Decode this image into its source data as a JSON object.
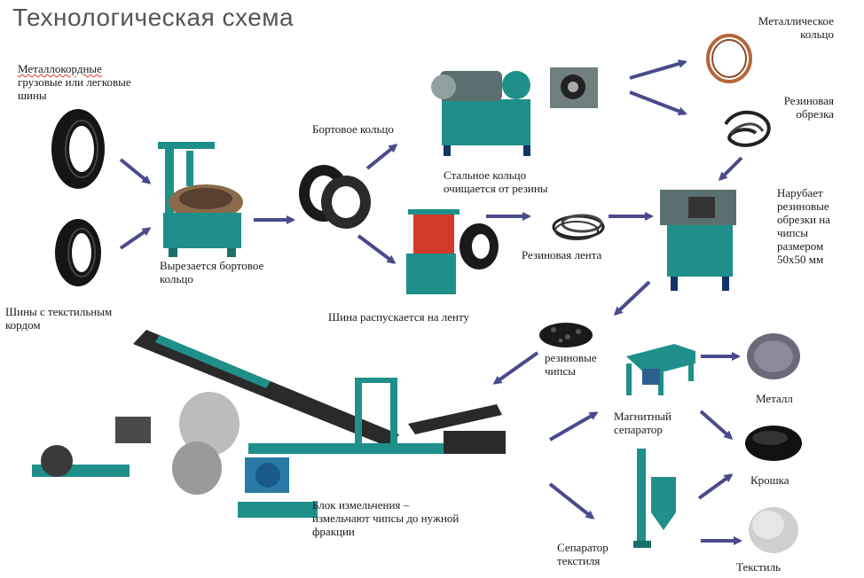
{
  "title": "Технологическая схема",
  "labels": {
    "metal_cord_tires": [
      "Металлокордные",
      "грузовые или легковые",
      "шины"
    ],
    "textile_tires": [
      "Шины с текстильным",
      "кордом"
    ],
    "bead_ring_cut": [
      "Вырезается бортовое",
      "кольцо"
    ],
    "bead_ring": "Бортовое кольцо",
    "steel_ring_cleaned": [
      "Стальное кольцо",
      "очищается от резины"
    ],
    "metal_ring": [
      "Металлическое",
      "кольцо"
    ],
    "rubber_scrap": [
      "Резиновая",
      "обрезка"
    ],
    "tire_to_strip": "Шина распускается на ленту",
    "rubber_strip": "Резиновая лента",
    "chop_chips": [
      "Нарубает",
      "резиновые",
      "обрезки на",
      "чипсы",
      "размером",
      "50х50 мм"
    ],
    "rubber_chips": [
      "резиновые",
      "чипсы"
    ],
    "magnetic_separator": [
      "Магнитный",
      "сепаратор"
    ],
    "metal": "Металл",
    "crumb": "Крошка",
    "textile": "Текстиль",
    "textile_separator": [
      "Сепаратор",
      "текстиля"
    ],
    "grinding_block": [
      "Блок измельчения –",
      "измельчают чипсы до нужной",
      "фракции"
    ]
  },
  "colors": {
    "arrow": "#4a4a8c",
    "machine_teal": "#1f8f8a",
    "tire": "#1c1c1c",
    "accent_red": "#d23b2b"
  }
}
